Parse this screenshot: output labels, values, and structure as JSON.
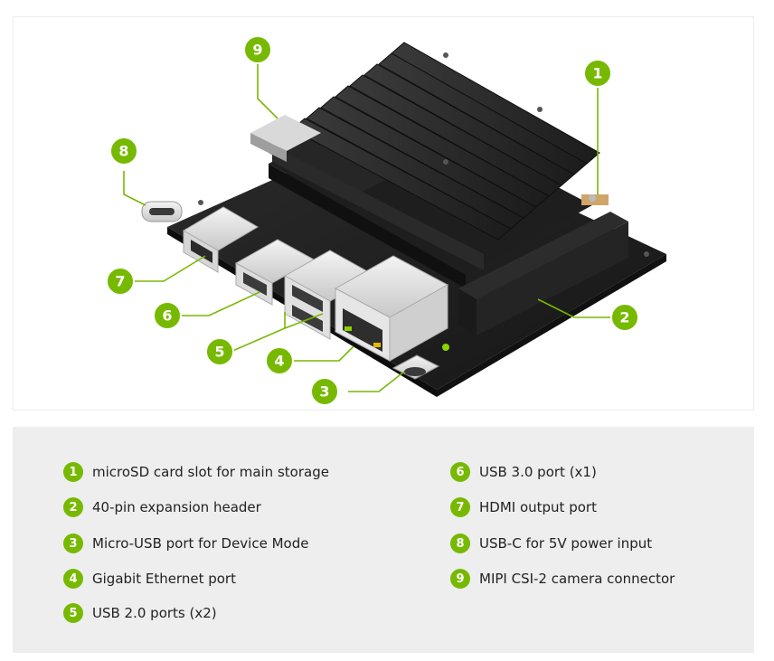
{
  "accent_color": "#76b900",
  "callouts": [
    "1",
    "2",
    "3",
    "4",
    "5",
    "6",
    "7",
    "8",
    "9"
  ],
  "legend": {
    "left": [
      {
        "num": "1",
        "label": "microSD card slot for main storage"
      },
      {
        "num": "2",
        "label": "40-pin expansion header"
      },
      {
        "num": "3",
        "label": "Micro-USB port for Device Mode"
      },
      {
        "num": "4",
        "label": "Gigabit Ethernet port"
      },
      {
        "num": "5",
        "label": "USB 2.0 ports (x2)"
      }
    ],
    "right": [
      {
        "num": "6",
        "label": "USB 3.0 port (x1)"
      },
      {
        "num": "7",
        "label": "HDMI output port"
      },
      {
        "num": "8",
        "label": "USB-C for 5V power input"
      },
      {
        "num": "9",
        "label": "MIPI CSI-2 camera connector"
      }
    ]
  }
}
